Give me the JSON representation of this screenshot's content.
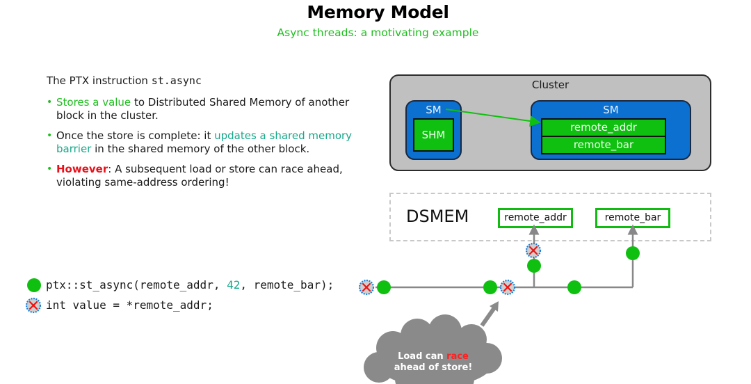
{
  "header": {
    "title": "Memory Model",
    "subtitle": "Async threads: a motivating example"
  },
  "intro": {
    "prefix": "The PTX instruction ",
    "instruction": "st.async"
  },
  "bullets": [
    {
      "highlight": "Stores a value",
      "rest": " to Distributed Shared Memory of another block in the cluster."
    },
    {
      "pre": "Once the store is complete: it ",
      "highlight": "updates a shared memory barrier",
      "rest": " in the shared memory of the other block."
    },
    {
      "highlight": "However",
      "rest": ": A subsequent load or store can race ahead, violating same-address ordering!"
    }
  ],
  "cluster": {
    "label": "Cluster",
    "sm_left": {
      "label": "SM",
      "shm": "SHM"
    },
    "sm_right": {
      "label": "SM",
      "slots": [
        "remote_addr",
        "remote_bar"
      ]
    }
  },
  "dsmem": {
    "label": "DSMEM",
    "targets": [
      "remote_addr",
      "remote_bar"
    ]
  },
  "code": {
    "line1": {
      "pre": "ptx::st_async(remote_addr, ",
      "num": "42",
      "post": ", remote_bar);",
      "marker": "green-dot"
    },
    "line2": {
      "text": "int value = *remote_addr;",
      "marker": "red-x-token"
    }
  },
  "callout": {
    "line1_pre": "Load can ",
    "line1_highlight": "race",
    "line2": "ahead of store!"
  },
  "colors": {
    "green": "#10c010",
    "sm_blue": "#0b70d0",
    "cluster_gray": "#c0c0c0",
    "race_red": "#e8101a",
    "cloud_gray": "#8a8a8a"
  }
}
